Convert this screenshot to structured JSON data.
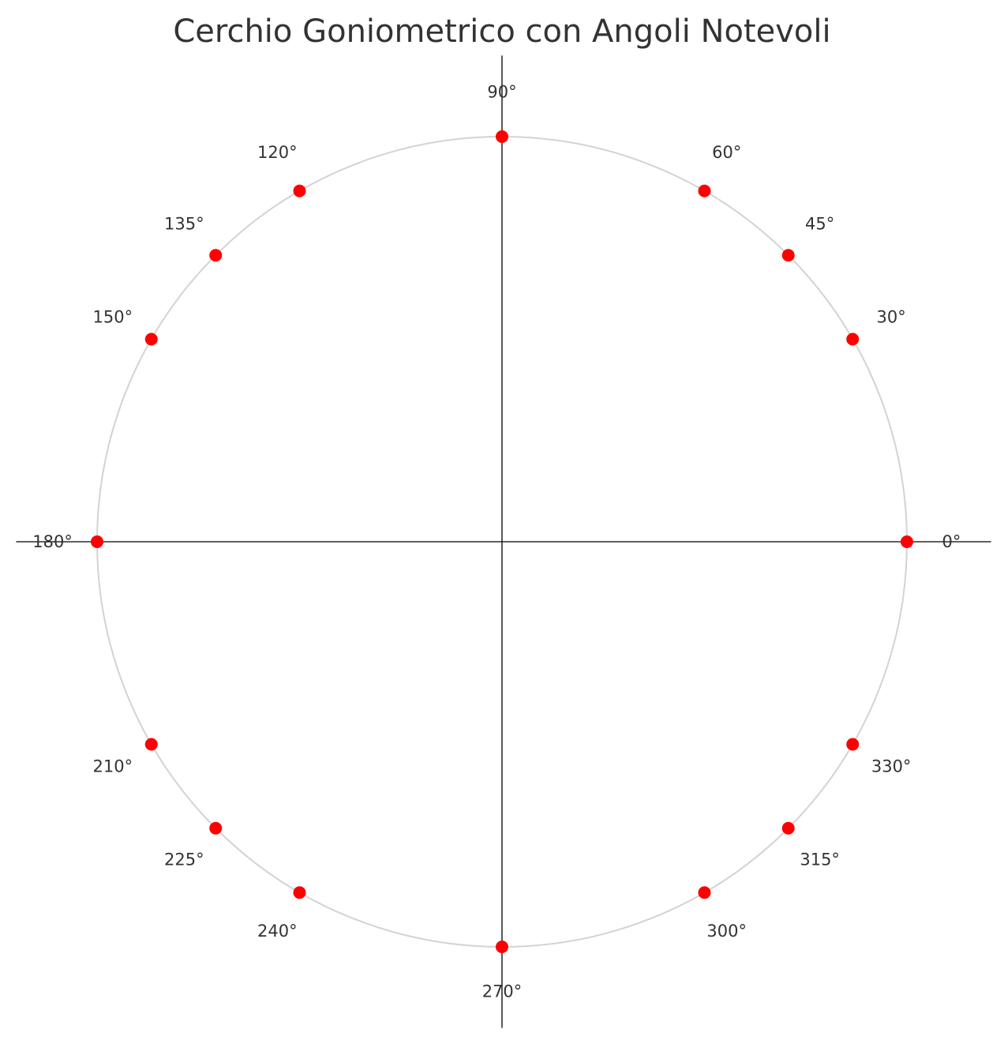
{
  "chart_data": {
    "type": "scatter",
    "title": "Cerchio Goniometrico con Angoli Notevoli",
    "xlabel": "",
    "ylabel": "",
    "grid": false,
    "xlim": [
      -1.2,
      1.2
    ],
    "ylim": [
      -1.2,
      1.2
    ],
    "colors": {
      "circle": "#d3d3d3",
      "points": "#ff0000",
      "axes": "#000000",
      "text": "#333333"
    },
    "points": [
      {
        "angle": 0,
        "x": 1.0,
        "y": 0.0,
        "label": "0°"
      },
      {
        "angle": 30,
        "x": 0.866,
        "y": 0.5,
        "label": "30°"
      },
      {
        "angle": 45,
        "x": 0.7071,
        "y": 0.7071,
        "label": "45°"
      },
      {
        "angle": 60,
        "x": 0.5,
        "y": 0.866,
        "label": "60°"
      },
      {
        "angle": 90,
        "x": 0.0,
        "y": 1.0,
        "label": "90°"
      },
      {
        "angle": 120,
        "x": -0.5,
        "y": 0.866,
        "label": "120°"
      },
      {
        "angle": 135,
        "x": -0.7071,
        "y": 0.7071,
        "label": "135°"
      },
      {
        "angle": 150,
        "x": -0.866,
        "y": 0.5,
        "label": "150°"
      },
      {
        "angle": 180,
        "x": -1.0,
        "y": 0.0,
        "label": "180°"
      },
      {
        "angle": 210,
        "x": -0.866,
        "y": -0.5,
        "label": "210°"
      },
      {
        "angle": 225,
        "x": -0.7071,
        "y": -0.7071,
        "label": "225°"
      },
      {
        "angle": 240,
        "x": -0.5,
        "y": -0.866,
        "label": "240°"
      },
      {
        "angle": 270,
        "x": 0.0,
        "y": -1.0,
        "label": "270°"
      },
      {
        "angle": 300,
        "x": 0.5,
        "y": -0.866,
        "label": "300°"
      },
      {
        "angle": 315,
        "x": 0.7071,
        "y": -0.7071,
        "label": "315°"
      },
      {
        "angle": 330,
        "x": 0.866,
        "y": -0.5,
        "label": "330°"
      }
    ]
  }
}
